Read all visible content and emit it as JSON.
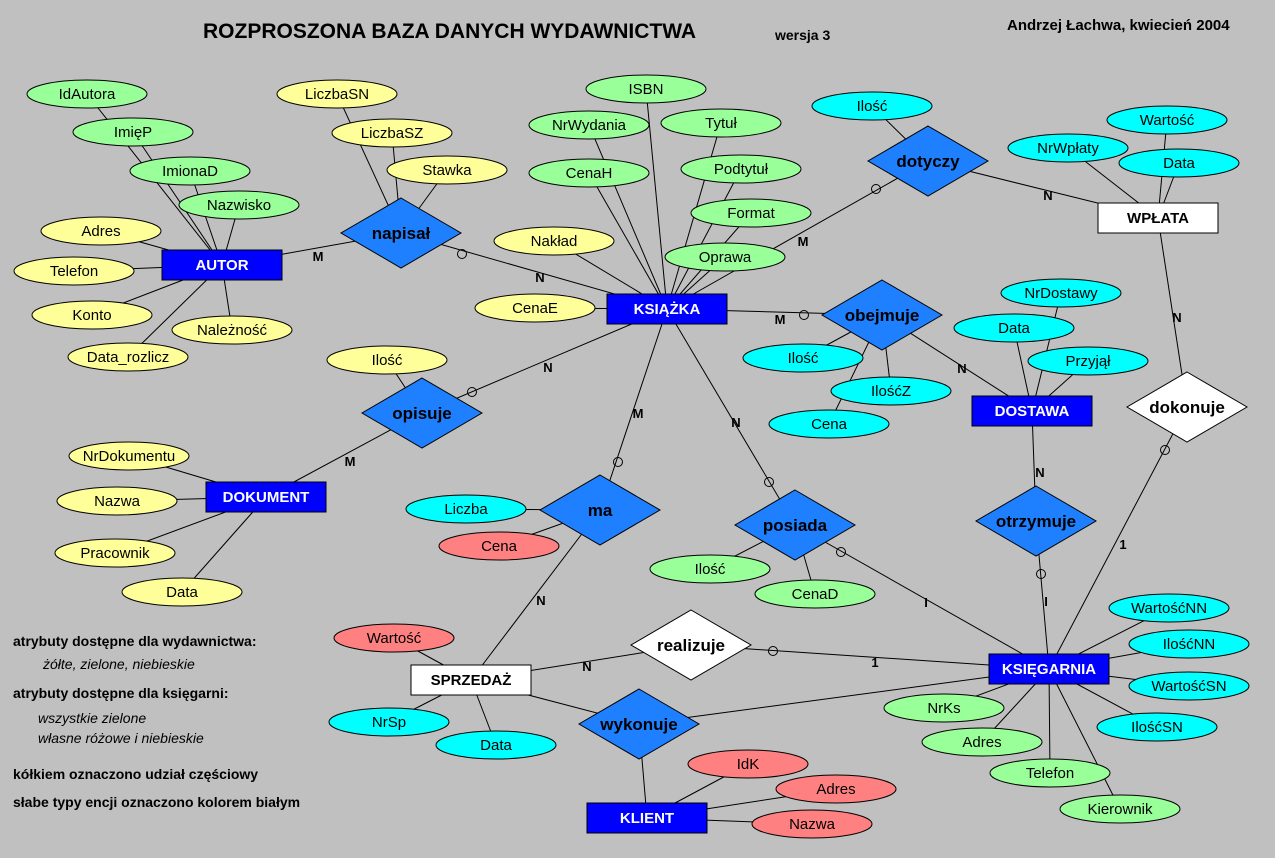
{
  "header": {
    "title": "ROZPROSZONA BAZA DANYCH WYDAWNICTWA",
    "version": "wersja 3",
    "author": "Andrzej Łachwa, kwiecień 2004"
  },
  "legend": {
    "heading1": "atrybuty dostępne dla wydawnictwa:",
    "line1": "żółte, zielone, niebieskie",
    "heading2": "atrybuty dostępne dla księgarni:",
    "line2": "wszystkie zielone",
    "line3": "własne różowe i niebieskie",
    "note1": "kółkiem oznaczono udział częściowy",
    "note2": "słabe typy encji oznaczono kolorem białym"
  },
  "colors": {
    "background": "#c0c0c0",
    "strong_entity": "#0000ff",
    "weak_entity": "#ffffff",
    "relationship": "#1e80ff",
    "yellow_attr": "#ffff99",
    "green_attr": "#99ff99",
    "cyan_attr": "#00ffff",
    "pink_attr": "#ff8080"
  },
  "entities": [
    {
      "id": "autor",
      "label": "AUTOR",
      "weak": false
    },
    {
      "id": "ksiazka",
      "label": "KSIĄŻKA",
      "weak": false
    },
    {
      "id": "dokument",
      "label": "DOKUMENT",
      "weak": false
    },
    {
      "id": "dostawa",
      "label": "DOSTAWA",
      "weak": false
    },
    {
      "id": "ksiegarnia",
      "label": "KSIĘGARNIA",
      "weak": false
    },
    {
      "id": "klient",
      "label": "KLIENT",
      "weak": false
    },
    {
      "id": "wplata",
      "label": "WPŁATA",
      "weak": true
    },
    {
      "id": "sprzedaz",
      "label": "SPRZEDAŻ",
      "weak": true
    }
  ],
  "relationships": [
    {
      "id": "napisal",
      "label": "napisał",
      "weak": false
    },
    {
      "id": "dotyczy",
      "label": "dotyczy",
      "weak": false
    },
    {
      "id": "obejmuje",
      "label": "obejmuje",
      "weak": false
    },
    {
      "id": "opisuje",
      "label": "opisuje",
      "weak": false
    },
    {
      "id": "ma",
      "label": "ma",
      "weak": false
    },
    {
      "id": "posiada",
      "label": "posiada",
      "weak": false
    },
    {
      "id": "otrzymuje",
      "label": "otrzymuje",
      "weak": false
    },
    {
      "id": "wykonuje",
      "label": "wykonuje",
      "weak": false
    },
    {
      "id": "dokonuje",
      "label": "dokonuje",
      "weak": true
    },
    {
      "id": "realizuje",
      "label": "realizuje",
      "weak": true
    }
  ],
  "attributes": [
    {
      "id": "a_idautora",
      "label": "IdAutora",
      "color": "green",
      "owner": "autor"
    },
    {
      "id": "a_imiep",
      "label": "ImięP",
      "color": "green",
      "owner": "autor"
    },
    {
      "id": "a_imionad",
      "label": "ImionaD",
      "color": "green",
      "owner": "autor"
    },
    {
      "id": "a_nazwisko",
      "label": "Nazwisko",
      "color": "green",
      "owner": "autor"
    },
    {
      "id": "a_adres_autor",
      "label": "Adres",
      "color": "yellow",
      "owner": "autor"
    },
    {
      "id": "a_telefon_autor",
      "label": "Telefon",
      "color": "yellow",
      "owner": "autor"
    },
    {
      "id": "a_konto",
      "label": "Konto",
      "color": "yellow",
      "owner": "autor"
    },
    {
      "id": "a_naleznosc",
      "label": "Należność",
      "color": "yellow",
      "owner": "autor"
    },
    {
      "id": "a_datarozlicz",
      "label": "Data_rozlicz",
      "color": "yellow",
      "owner": "autor"
    },
    {
      "id": "a_liczbasn",
      "label": "LiczbaSN",
      "color": "yellow",
      "owner": "napisal"
    },
    {
      "id": "a_liczbasz",
      "label": "LiczbaSZ",
      "color": "yellow",
      "owner": "napisal"
    },
    {
      "id": "a_stawka",
      "label": "Stawka",
      "color": "yellow",
      "owner": "napisal"
    },
    {
      "id": "a_isbn",
      "label": "ISBN",
      "color": "green",
      "owner": "ksiazka"
    },
    {
      "id": "a_nrwydania",
      "label": "NrWydania",
      "color": "green",
      "owner": "ksiazka"
    },
    {
      "id": "a_tytul",
      "label": "Tytuł",
      "color": "green",
      "owner": "ksiazka"
    },
    {
      "id": "a_cenah",
      "label": "CenaH",
      "color": "green",
      "owner": "ksiazka"
    },
    {
      "id": "a_podtytul",
      "label": "Podtytuł",
      "color": "green",
      "owner": "ksiazka"
    },
    {
      "id": "a_format",
      "label": "Format",
      "color": "green",
      "owner": "ksiazka"
    },
    {
      "id": "a_naklad",
      "label": "Nakład",
      "color": "yellow",
      "owner": "ksiazka"
    },
    {
      "id": "a_oprawa",
      "label": "Oprawa",
      "color": "green",
      "owner": "ksiazka"
    },
    {
      "id": "a_cenae",
      "label": "CenaE",
      "color": "yellow",
      "owner": "ksiazka"
    },
    {
      "id": "a_ilosc_dotyczy",
      "label": "Ilość",
      "color": "cyan",
      "owner": "dotyczy"
    },
    {
      "id": "a_wartosc_wplata",
      "label": "Wartość",
      "color": "cyan",
      "owner": "wplata"
    },
    {
      "id": "a_nrwplaty",
      "label": "NrWpłaty",
      "color": "cyan",
      "owner": "wplata"
    },
    {
      "id": "a_data_wplata",
      "label": "Data",
      "color": "cyan",
      "owner": "wplata"
    },
    {
      "id": "a_nrdostawy",
      "label": "NrDostawy",
      "color": "cyan",
      "owner": "dostawa"
    },
    {
      "id": "a_data_dostawa",
      "label": "Data",
      "color": "cyan",
      "owner": "dostawa"
    },
    {
      "id": "a_przyjal",
      "label": "Przyjął",
      "color": "cyan",
      "owner": "dostawa"
    },
    {
      "id": "a_ilosc_obejmuje",
      "label": "Ilość",
      "color": "cyan",
      "owner": "obejmuje"
    },
    {
      "id": "a_iloscz",
      "label": "IlośćZ",
      "color": "cyan",
      "owner": "obejmuje"
    },
    {
      "id": "a_cena_obejmuje",
      "label": "Cena",
      "color": "cyan",
      "owner": "obejmuje"
    },
    {
      "id": "a_ilosc_opisuje",
      "label": "Ilość",
      "color": "yellow",
      "owner": "opisuje"
    },
    {
      "id": "a_nrdokumentu",
      "label": "NrDokumentu",
      "color": "yellow",
      "owner": "dokument"
    },
    {
      "id": "a_nazwa_dokument",
      "label": "Nazwa",
      "color": "yellow",
      "owner": "dokument"
    },
    {
      "id": "a_pracownik",
      "label": "Pracownik",
      "color": "yellow",
      "owner": "dokument"
    },
    {
      "id": "a_data_dokument",
      "label": "Data",
      "color": "yellow",
      "owner": "dokument"
    },
    {
      "id": "a_liczba",
      "label": "Liczba",
      "color": "cyan",
      "owner": "ma"
    },
    {
      "id": "a_cena_ma",
      "label": "Cena",
      "color": "pink",
      "owner": "ma"
    },
    {
      "id": "a_ilosc_posiada",
      "label": "Ilość",
      "color": "green",
      "owner": "posiada"
    },
    {
      "id": "a_cenad",
      "label": "CenaD",
      "color": "green",
      "owner": "posiada"
    },
    {
      "id": "a_wartosc_sprzedaz",
      "label": "Wartość",
      "color": "pink",
      "owner": "sprzedaz"
    },
    {
      "id": "a_nrsp",
      "label": "NrSp",
      "color": "cyan",
      "owner": "sprzedaz"
    },
    {
      "id": "a_data_sprzedaz",
      "label": "Data",
      "color": "cyan",
      "owner": "sprzedaz"
    },
    {
      "id": "a_wartoscnn",
      "label": "WartośćNN",
      "color": "cyan",
      "owner": "ksiegarnia"
    },
    {
      "id": "a_iloscnn",
      "label": "IlośćNN",
      "color": "cyan",
      "owner": "ksiegarnia"
    },
    {
      "id": "a_wartoscsn",
      "label": "WartośćSN",
      "color": "cyan",
      "owner": "ksiegarnia"
    },
    {
      "id": "a_iloscsn",
      "label": "IlośćSN",
      "color": "cyan",
      "owner": "ksiegarnia"
    },
    {
      "id": "a_nrks",
      "label": "NrKs",
      "color": "green",
      "owner": "ksiegarnia"
    },
    {
      "id": "a_adres_ksiegarnia",
      "label": "Adres",
      "color": "green",
      "owner": "ksiegarnia"
    },
    {
      "id": "a_telefon_ksiegarnia",
      "label": "Telefon",
      "color": "green",
      "owner": "ksiegarnia"
    },
    {
      "id": "a_kierownik",
      "label": "Kierownik",
      "color": "green",
      "owner": "ksiegarnia"
    },
    {
      "id": "a_idk",
      "label": "IdK",
      "color": "pink",
      "owner": "klient"
    },
    {
      "id": "a_adres_klient",
      "label": "Adres",
      "color": "pink",
      "owner": "klient"
    },
    {
      "id": "a_nazwa_klient",
      "label": "Nazwa",
      "color": "pink",
      "owner": "klient"
    }
  ],
  "connections": [
    {
      "from": "autor",
      "to": "napisal",
      "label": "M",
      "partial": false
    },
    {
      "from": "napisal",
      "to": "ksiazka",
      "label": "N",
      "partial": true
    },
    {
      "from": "ksiazka",
      "to": "dotyczy",
      "label": "M",
      "partial": true
    },
    {
      "from": "dotyczy",
      "to": "wplata",
      "label": "N",
      "partial": false
    },
    {
      "from": "ksiazka",
      "to": "obejmuje",
      "label": "M",
      "partial": true
    },
    {
      "from": "obejmuje",
      "to": "dostawa",
      "label": "N",
      "partial": false
    },
    {
      "from": "ksiazka",
      "to": "opisuje",
      "label": "N",
      "partial": true
    },
    {
      "from": "opisuje",
      "to": "dokument",
      "label": "M",
      "partial": false
    },
    {
      "from": "ksiazka",
      "to": "ma",
      "label": "M",
      "partial": true
    },
    {
      "from": "ma",
      "to": "sprzedaz",
      "label": "N",
      "partial": false
    },
    {
      "from": "ksiazka",
      "to": "posiada",
      "label": "N",
      "partial": true
    },
    {
      "from": "posiada",
      "to": "ksiegarnia",
      "label": "I",
      "partial": true
    },
    {
      "from": "dostawa",
      "to": "otrzymuje",
      "label": "N",
      "partial": false
    },
    {
      "from": "otrzymuje",
      "to": "ksiegarnia",
      "label": "I",
      "partial": true
    },
    {
      "from": "wplata",
      "to": "dokonuje",
      "label": "N",
      "partial": false
    },
    {
      "from": "dokonuje",
      "to": "ksiegarnia",
      "label": "1",
      "partial": true
    },
    {
      "from": "sprzedaz",
      "to": "realizuje",
      "label": "N",
      "partial": false
    },
    {
      "from": "realizuje",
      "to": "ksiegarnia",
      "label": "1",
      "partial": true
    },
    {
      "from": "sprzedaz",
      "to": "wykonuje",
      "label": "",
      "partial": false
    },
    {
      "from": "wykonuje",
      "to": "ksiegarnia",
      "label": "",
      "partial": false
    },
    {
      "from": "wykonuje",
      "to": "klient",
      "label": "",
      "partial": false
    }
  ]
}
